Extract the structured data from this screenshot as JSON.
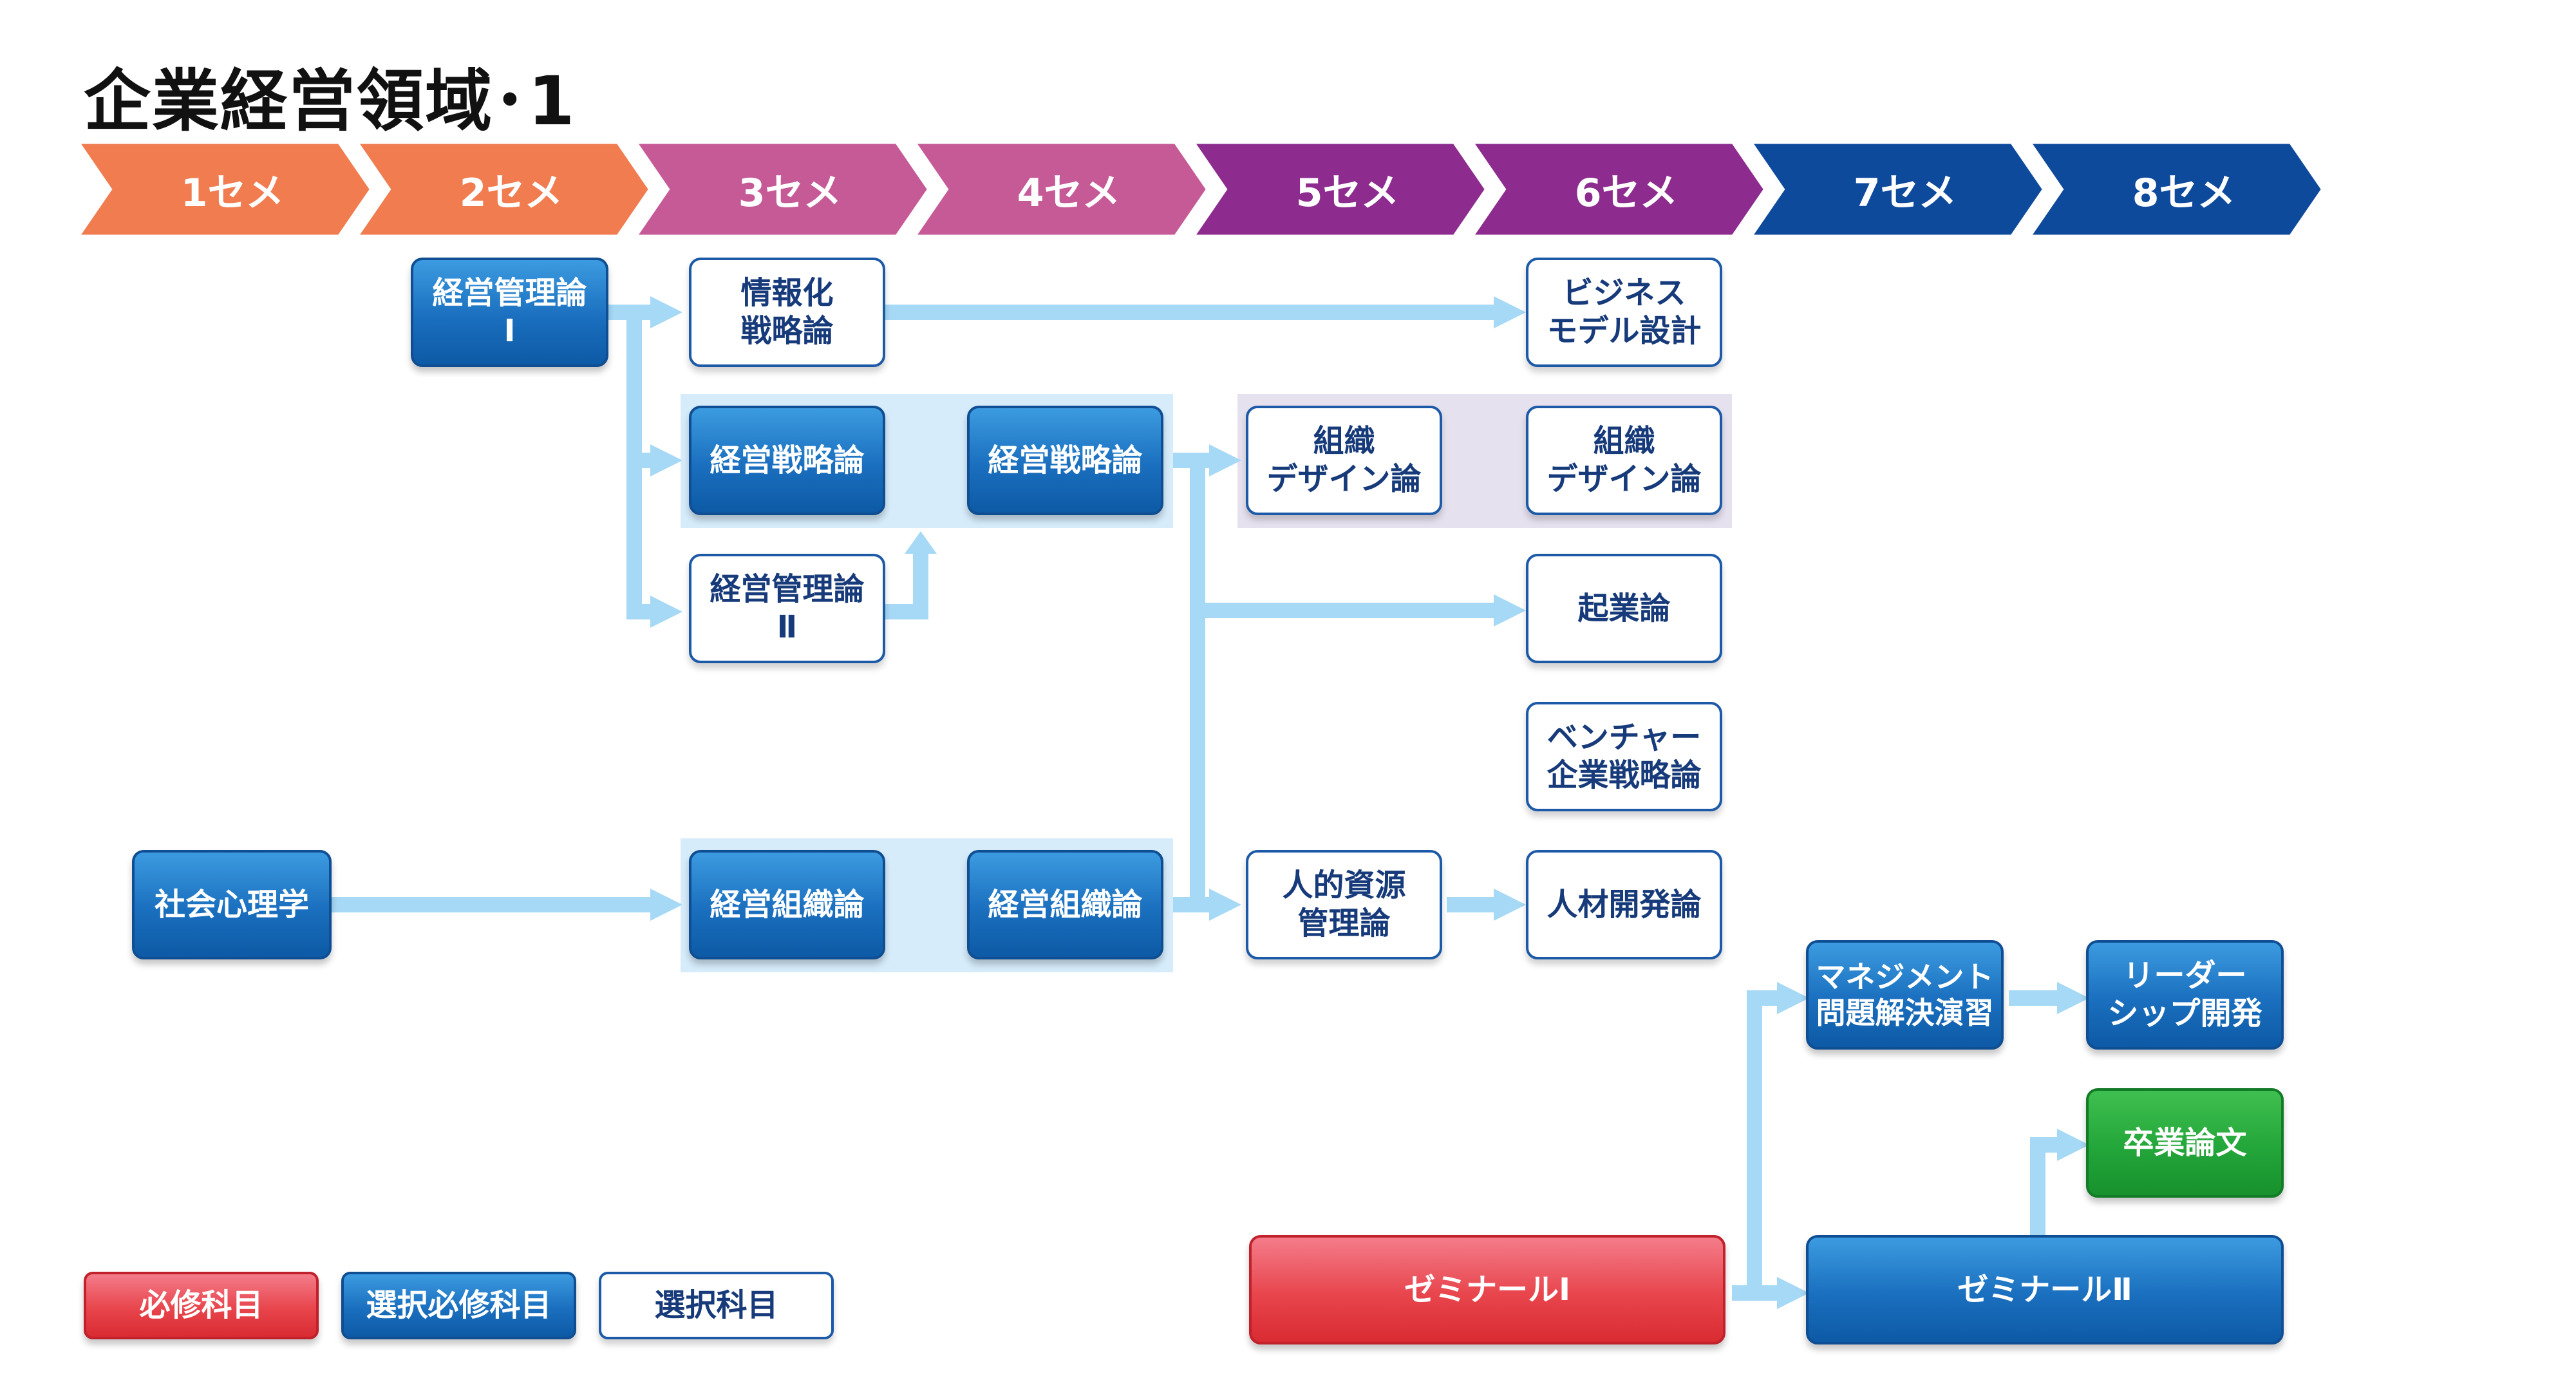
{
  "title": "企業経営領域･1",
  "semesters": [
    {
      "label": "1セメ",
      "color": "#f07c50"
    },
    {
      "label": "2セメ",
      "color": "#f07c50"
    },
    {
      "label": "3セメ",
      "color": "#c65a97"
    },
    {
      "label": "4セメ",
      "color": "#c65a97"
    },
    {
      "label": "5セメ",
      "color": "#8d2c8e"
    },
    {
      "label": "6セメ",
      "color": "#8d2c8e"
    },
    {
      "label": "7セメ",
      "color": "#0e4a9c"
    },
    {
      "label": "8セメ",
      "color": "#0e4a9c"
    }
  ],
  "courses": {
    "keiei_kanri_1": "経営管理論\nⅠ",
    "johoka": "情報化\n戦略論",
    "business_model": "ビジネス\nモデル設計",
    "senryaku_a": "経営戦略論",
    "senryaku_b": "経営戦略論",
    "soshiki_design_a": "組織\nデザイン論",
    "soshiki_design_b": "組織\nデザイン論",
    "keiei_kanri_2": "経営管理論\nⅡ",
    "kigyo": "起業論",
    "venture": "ベンチャー\n企業戦略論",
    "shakai_shinri": "社会心理学",
    "soshiki_a": "経営組織論",
    "soshiki_b": "経営組織論",
    "jinteki": "人的資源\n管理論",
    "jinzai": "人材開発論",
    "management": "マネジメント\n問題解決演習",
    "leadership": "リーダー\nシップ開発",
    "thesis": "卒業論文",
    "seminar_1": "ゼミナールⅠ",
    "seminar_2": "ゼミナールⅡ"
  },
  "legend": {
    "required": "必修科目",
    "selective_required": "選択必修科目",
    "elective": "選択科目"
  },
  "colors": {
    "arrow": "#a6d9f6",
    "band_blue": "#d6ecfb",
    "band_purple": "#e6e1ef",
    "required": "#e43a40",
    "selective_required": "#1a6fbe",
    "elective": "#ffffff",
    "thesis": "#23a63a"
  }
}
